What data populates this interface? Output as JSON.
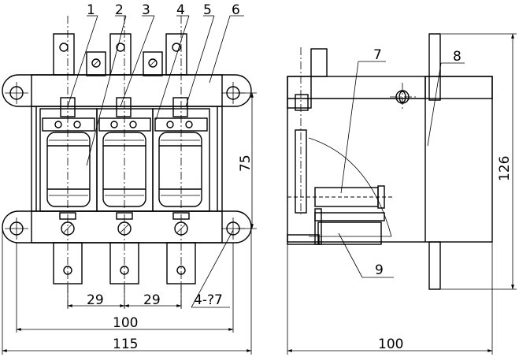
{
  "callouts": [
    "1",
    "2",
    "3",
    "4",
    "5",
    "6",
    "7",
    "8",
    "9"
  ],
  "dimensions": {
    "pitch_left": "29",
    "pitch_right": "29",
    "hole_spacing": "100",
    "overall_width": "115",
    "hole_vertical": "75",
    "side_width": "100",
    "side_height": "126",
    "mount_holes": "4-?7"
  }
}
